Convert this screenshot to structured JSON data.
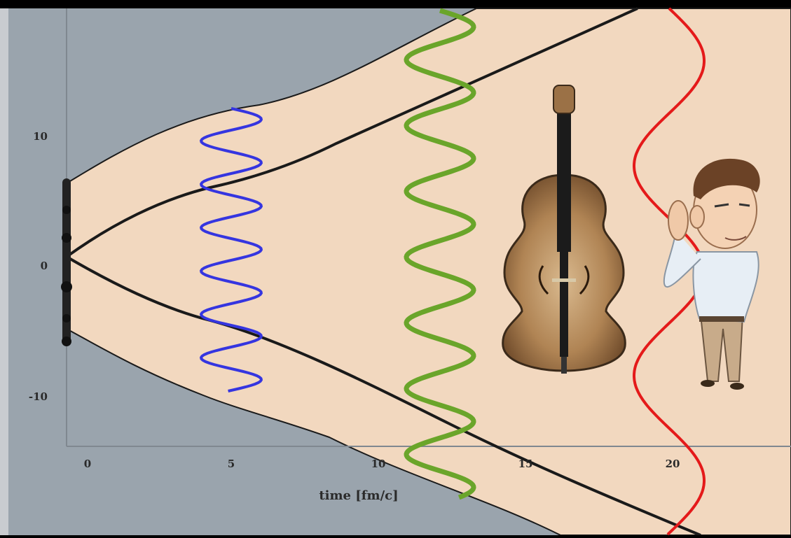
{
  "axes": {
    "x_title": "time [fm/c]",
    "x_ticks": [
      "0",
      "5",
      "10",
      "15",
      "20"
    ],
    "y_ticks": [
      "10",
      "0",
      "-10"
    ]
  },
  "colors": {
    "background": "#9aa4ad",
    "cone_fill": "#f2d8bf",
    "boundary": "#1a1a1a",
    "wave_early": "#3535e0",
    "wave_mid": "#6aa52a",
    "wave_late": "#e41a1a"
  },
  "illustrations": [
    "double-bass",
    "listening-man"
  ]
}
